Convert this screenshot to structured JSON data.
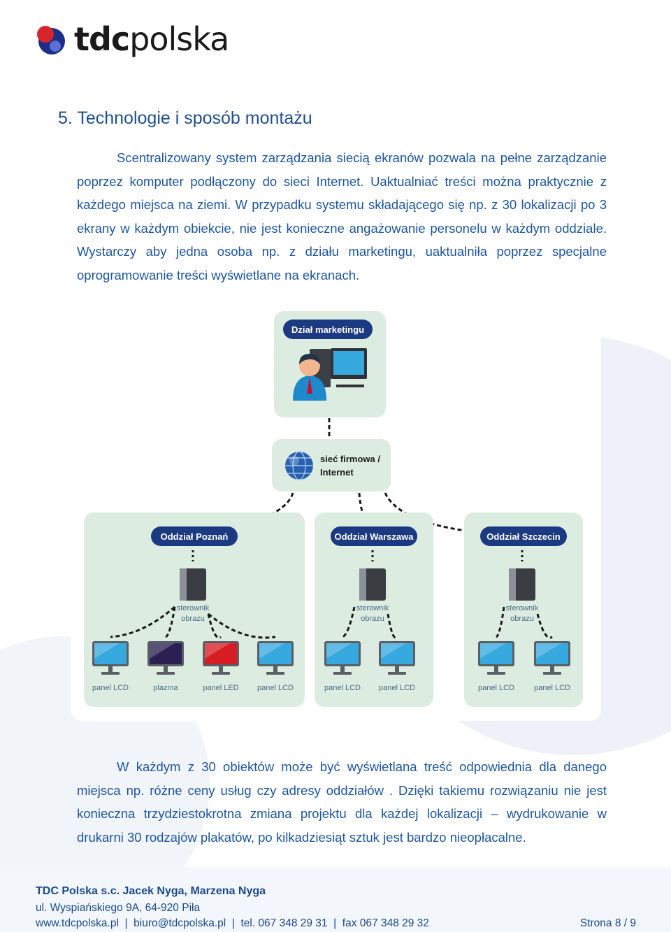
{
  "header": {
    "logo_bold": "tdc",
    "logo_light": "polska"
  },
  "section": {
    "title": "5. Technologie i sposób montażu",
    "paragraph1": "Scentralizowany system zarządzania siecią ekranów pozwala na pełne zarządzanie poprzez komputer podłączony do sieci Internet. Uaktualniać treści można praktycznie z każdego miejsca na ziemi. W przypadku systemu składającego się np. z 30 lokalizacji po 3 ekrany w każdym obiekcie, nie jest konieczne angażowanie personelu w każdym oddziale. Wystarczy aby jedna osoba np. z działu marketingu, uaktualniła poprzez specjalne oprogramowanie treści wyświetlane na ekranach.",
    "paragraph2": "W każdym z 30 obiektów może być wyświetlana treść odpowiednia dla danego miejsca np. różne ceny usług czy adresy oddziałów . Dzięki takiemu rozwiązaniu nie jest konieczna trzydziestokrotna zmiana projektu dla każdej lokalizacji – wydrukowanie w drukarni 30 rodzajów plakatów, po kilkadziesiąt sztuk jest bardzo nieopłacalne."
  },
  "diagram": {
    "marketing_label": "Dział marketingu",
    "network_label_line1": "sieć firmowa /",
    "network_label_line2": "Internet",
    "controller_line1": "sterownik",
    "controller_line2": "obrazu",
    "branches": [
      {
        "name": "Oddział Poznań",
        "panels": [
          {
            "label": "panel LCD",
            "screen": "lcd"
          },
          {
            "label": "plazma",
            "screen": "plasma"
          },
          {
            "label": "panel LED",
            "screen": "led"
          },
          {
            "label": "panel LCD",
            "screen": "lcd"
          }
        ]
      },
      {
        "name": "Oddział Warszawa",
        "panels": [
          {
            "label": "panel LCD",
            "screen": "lcd"
          },
          {
            "label": "panel LCD",
            "screen": "lcd"
          }
        ]
      },
      {
        "name": "Oddział Szczecin",
        "panels": [
          {
            "label": "panel LCD",
            "screen": "lcd"
          },
          {
            "label": "panel LCD",
            "screen": "lcd"
          }
        ]
      }
    ],
    "colors": {
      "box": "#dcece0",
      "pill": "#1b3a82",
      "lcd": "#36a9df",
      "plasma": "#2a2152",
      "led": "#d81c24",
      "label": "#4a6a86"
    }
  },
  "footer": {
    "company": "TDC Polska s.c. Jacek Nyga, Marzena Nyga",
    "address": "ul. Wyspiańskiego 9A, 64-920 Piła",
    "contact": "www.tdcpolska.pl  |  biuro@tdcpolska.pl  |  tel. 067 348 29 31  |  fax 067 348 29 32",
    "page": "Strona 8 / 9"
  }
}
